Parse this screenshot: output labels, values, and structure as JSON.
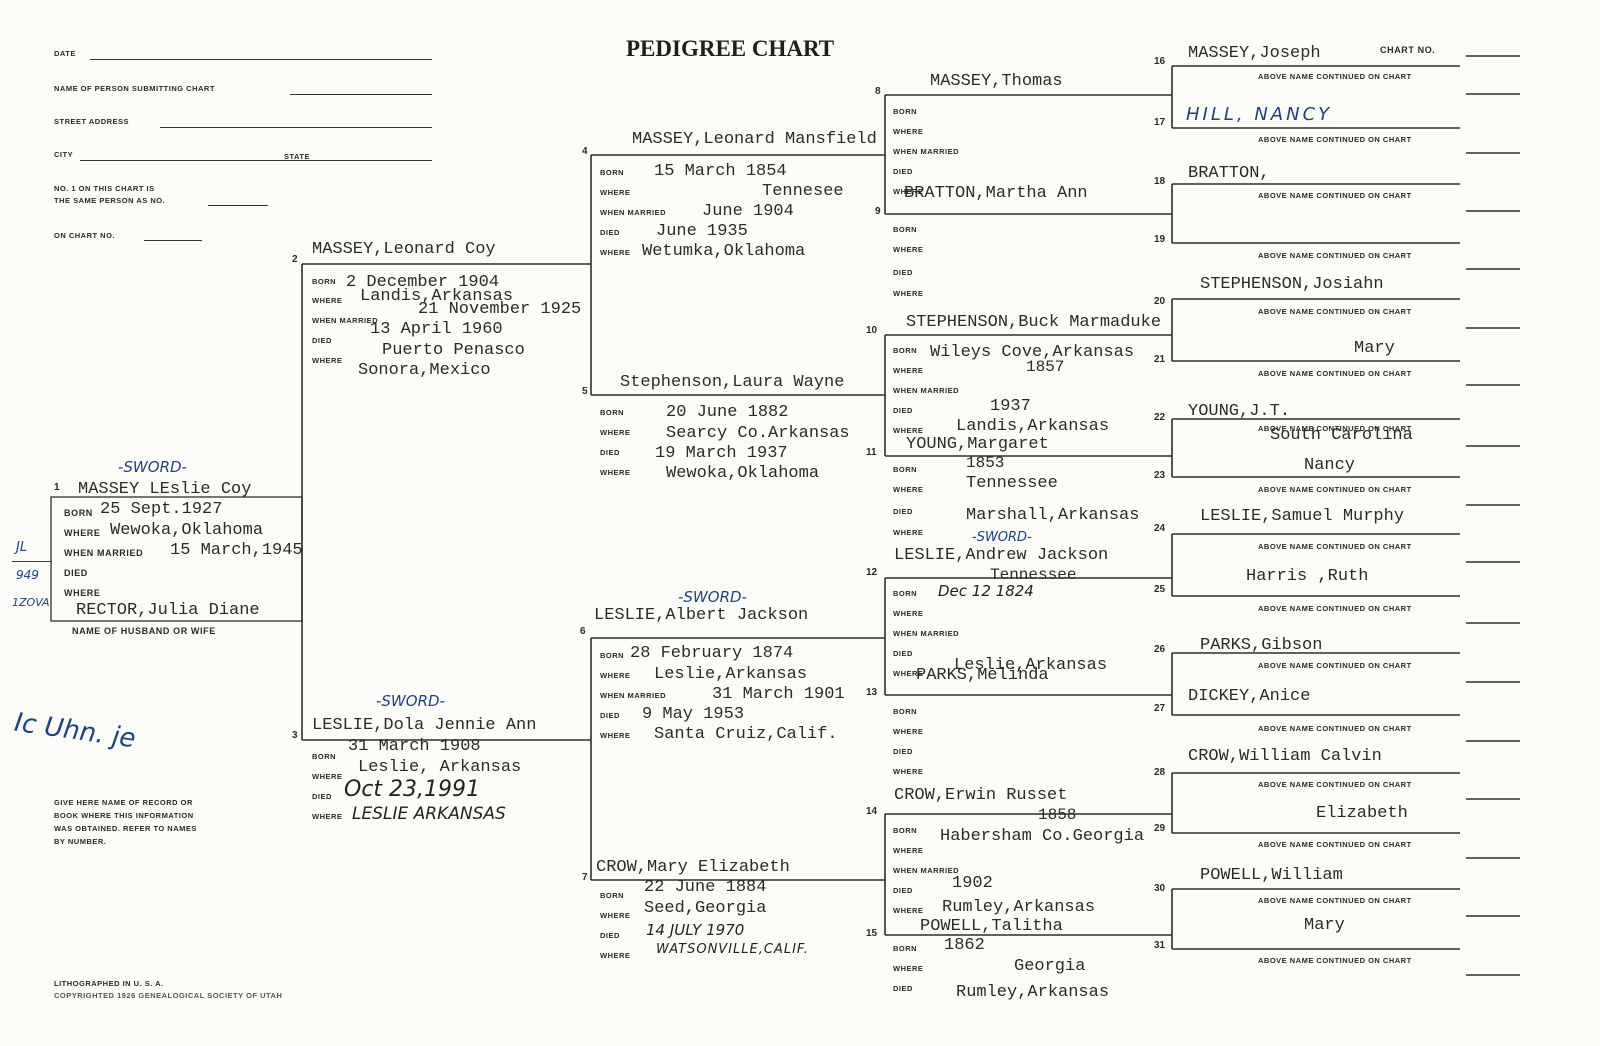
{
  "title": "PEDIGREE CHART",
  "form": {
    "date": "DATE",
    "submitter": "NAME OF PERSON SUBMITTING CHART",
    "street": "STREET ADDRESS",
    "city": "CITY",
    "state": "STATE",
    "same_person_1": "NO. 1 ON THIS CHART IS",
    "same_person_2": "THE SAME PERSON AS NO.",
    "on_chart": "ON CHART NO.",
    "chart_no": "CHART NO.",
    "source_note": [
      "GIVE HERE NAME OF RECORD OR",
      "BOOK WHERE THIS INFORMATION",
      "WAS OBTAINED.  REFER TO NAMES",
      "BY NUMBER."
    ],
    "litho": "LITHOGRAPHED IN U. S. A.",
    "copyright": "COPYRIGHTED 1926 GENEALOGICAL SOCIETY OF UTAH",
    "husband_wife_label": "NAME OF HUSBAND OR WIFE"
  },
  "labels": {
    "born": "BORN",
    "where": "WHERE",
    "when_married": "WHEN MARRIED",
    "died": "DIED",
    "continued": "ABOVE NAME CONTINUED ON CHART"
  },
  "annotations": {
    "sword": "-SWORD-",
    "margin_1": "JL",
    "margin_2": "949",
    "margin_3": "1ZOVA",
    "signature": "Ic Uhn. je"
  },
  "persons": {
    "p1": {
      "num": "1",
      "name": "MASSEY LEslie Coy",
      "born": "25 Sept.1927",
      "where": "Wewoka,Oklahoma",
      "married": "15 March,1945",
      "died": "",
      "died_where": "",
      "spouse": "RECTOR,Julia Diane"
    },
    "p2": {
      "num": "2",
      "name": "MASSEY,Leonard Coy",
      "born": "2 December 1904",
      "where": "Landis,Arkansas",
      "married": "21 November 1925",
      "died": "13 April 1960",
      "died_where_1": "Puerto Penasco",
      "died_where_2": "Sonora,Mexico"
    },
    "p3": {
      "num": "3",
      "name": "LESLIE,Dola Jennie Ann",
      "born": "31 March 1908",
      "where": "Leslie, Arkansas",
      "died": "Oct 23,1991",
      "died_where": "LESLIE ARKANSAS"
    },
    "p4": {
      "num": "4",
      "name": "MASSEY,Leonard Mansfield",
      "born": "15 March 1854",
      "where": "Tennesee",
      "married": "June 1904",
      "died": "June 1935",
      "died_where": "Wetumka,Oklahoma"
    },
    "p5": {
      "num": "5",
      "name": "Stephenson,Laura Wayne",
      "born": "20 June 1882",
      "where": "Searcy Co.Arkansas",
      "died": "19 March 1937",
      "died_where": "Wewoka,Oklahoma"
    },
    "p6": {
      "num": "6",
      "name": "LESLIE,Albert Jackson",
      "born": "28 February 1874",
      "where": "Leslie,Arkansas",
      "married": "31 March 1901",
      "died": "9 May 1953",
      "died_where": "Santa Cruiz,Calif."
    },
    "p7": {
      "num": "7",
      "name": "CROW,Mary Elizabeth",
      "born": "22 June 1884",
      "where": "Seed,Georgia",
      "died": "14 JULY 1970",
      "died_where": "WATSONVILLE,CALIF."
    },
    "p8": {
      "num": "8",
      "name": "MASSEY,Thomas"
    },
    "p9": {
      "num": "9",
      "name": "BRATTON,Martha Ann"
    },
    "p10": {
      "num": "10",
      "name": "STEPHENSON,Buck Marmaduke",
      "born": "Wileys Cove,Arkansas",
      "born_2": "1857",
      "died": "1937",
      "died_where": "Landis,Arkansas"
    },
    "p11": {
      "num": "11",
      "name": "YOUNG,Margaret",
      "born": "1853",
      "where": "Tennessee",
      "died_where": "Marshall,Arkansas"
    },
    "p12": {
      "num": "12",
      "name": "LESLIE,Andrew Jackson",
      "born_place": "Tennessee",
      "born": "Dec 12 1824",
      "died_where": "Leslie,Arkansas"
    },
    "p13": {
      "num": "13",
      "name": "PARKS,Melinda"
    },
    "p14": {
      "num": "14",
      "name": "CROW,Erwin Russet",
      "born": "1858",
      "where": "Habersham Co.Georgia",
      "married": "1902",
      "died_where": "Rumley,Arkansas"
    },
    "p15": {
      "num": "15",
      "name": "POWELL,Talitha",
      "born": "1862",
      "where": "Georgia",
      "died": "Rumley,Arkansas"
    },
    "g16": {
      "num": "16",
      "name": "MASSEY,Joseph"
    },
    "g17": {
      "num": "17",
      "name": "HILL, NANCY"
    },
    "g18": {
      "num": "18",
      "name": "BRATTON,"
    },
    "g19": {
      "num": "19",
      "name": ""
    },
    "g20": {
      "num": "20",
      "name": "STEPHENSON,Josiahn"
    },
    "g21": {
      "num": "21",
      "name": "Mary"
    },
    "g22": {
      "num": "22",
      "name": "YOUNG,J.T.",
      "extra": "South Carolina"
    },
    "g23": {
      "num": "23",
      "name": "Nancy"
    },
    "g24": {
      "num": "24",
      "name": "LESLIE,Samuel Murphy"
    },
    "g25": {
      "num": "25",
      "name": "Harris ,Ruth"
    },
    "g26": {
      "num": "26",
      "name": "PARKS,Gibson"
    },
    "g27": {
      "num": "27",
      "name": "DICKEY,Anice"
    },
    "g28": {
      "num": "28",
      "name": "CROW,William Calvin"
    },
    "g29": {
      "num": "29",
      "name": "Elizabeth"
    },
    "g30": {
      "num": "30",
      "name": "POWELL,William"
    },
    "g31": {
      "num": "31",
      "name": "Mary"
    }
  }
}
